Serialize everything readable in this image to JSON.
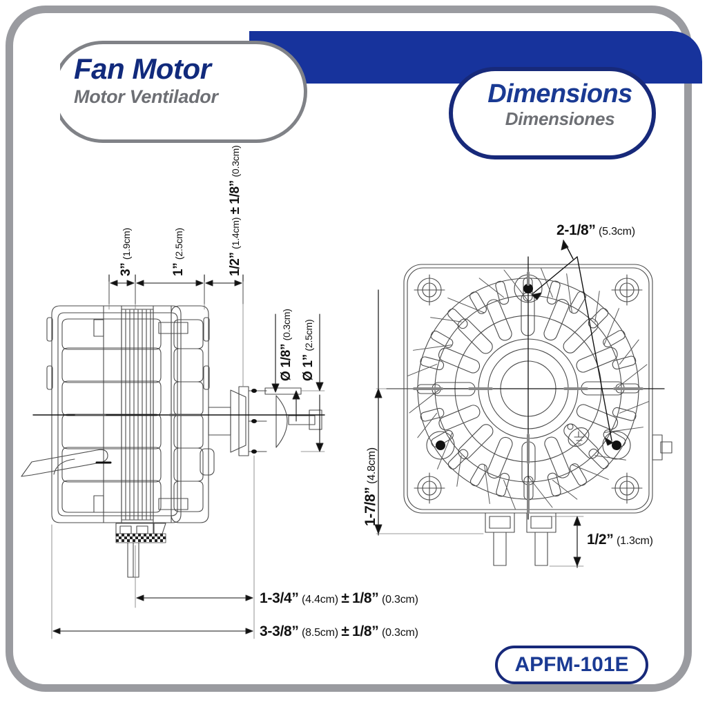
{
  "header": {
    "title_en": "Fan Motor",
    "title_es": "Motor Ventilador",
    "section_en": "Dimensions",
    "section_es": "Dimensiones",
    "band_color": "#17339c",
    "frame_color": "#9a9ba0",
    "brand_blue": "#1a3a93",
    "gray_text": "#6d6f74"
  },
  "model": {
    "number": "APFM-101E"
  },
  "dimensions": {
    "side_view": {
      "top_chain": [
        {
          "id": "seg-a",
          "value": "3”",
          "metric": "(1.9cm)"
        },
        {
          "id": "seg-b",
          "value": "1”",
          "metric": "(2.5cm)"
        },
        {
          "id": "seg-c",
          "value": "1/2”",
          "metric": "(1.4cm)",
          "tolerance_sign": "±",
          "tolerance": "1/8”",
          "tolerance_metric": "(0.3cm)"
        }
      ],
      "shaft_dia_small": {
        "value": "Ø 1/8”",
        "metric": "(0.3cm)"
      },
      "shaft_dia_large": {
        "value": "Ø 1”",
        "metric": "(2.5cm)"
      },
      "bottom_chain": [
        {
          "id": "depth-inner",
          "value": "1-3/4”",
          "metric": "(4.4cm)",
          "tolerance_sign": "±",
          "tolerance": "1/8”",
          "tolerance_metric": "(0.3cm)"
        },
        {
          "id": "depth-overall",
          "value": "3-3/8”",
          "metric": "(8.5cm)",
          "tolerance_sign": "±",
          "tolerance": "1/8”",
          "tolerance_metric": "(0.3cm)"
        }
      ]
    },
    "front_view": {
      "mount_hole_spacing": {
        "value": "2-1/8”",
        "metric": "(5.3cm)"
      },
      "height": {
        "value": "1-7/8”",
        "metric": "(4.8cm)"
      },
      "tab_depth": {
        "value": "1/2”",
        "metric": "(1.3cm)"
      }
    }
  }
}
